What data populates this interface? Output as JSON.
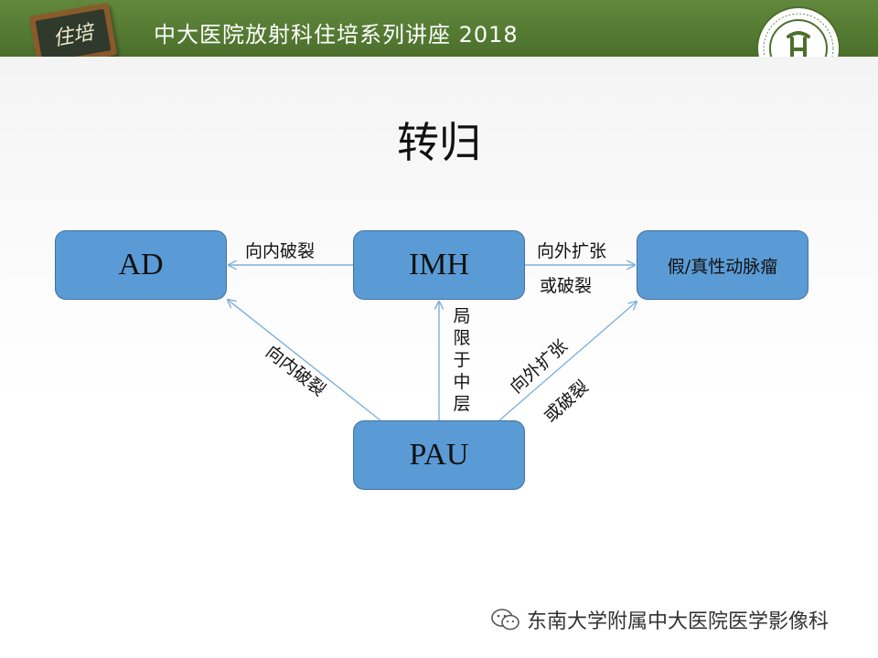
{
  "header": {
    "title": "中大医院放射科住培系列讲座 2018",
    "badge_text": "住培",
    "accent_color": "#557b33"
  },
  "slide": {
    "title": "转归",
    "boxes": {
      "ad": "AD",
      "imh": "IMH",
      "pseudo": "假/真性动脉瘤",
      "pau": "PAU"
    },
    "labels": {
      "imh_to_ad": "向内破裂",
      "imh_to_pseudo_1": "向外扩张",
      "imh_to_pseudo_2": "或破裂",
      "pau_to_ad": "向内破裂",
      "pau_to_imh": [
        "局",
        "限",
        "于",
        "中",
        "层"
      ],
      "pau_to_pseudo_1": "向外扩张",
      "pau_to_pseudo_2": "或破裂"
    },
    "box_color": "#5b9bd5",
    "arrow_color": "#7fb0dc"
  },
  "footer": {
    "text": "东南大学附属中大医院医学影像科",
    "icon": "wechat-icon"
  }
}
